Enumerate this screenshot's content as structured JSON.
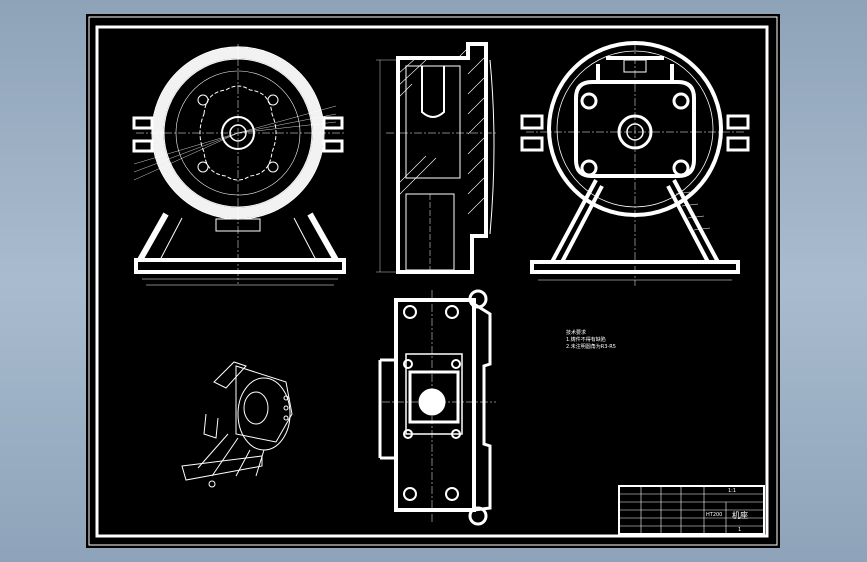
{
  "technical_notes": {
    "line1": "技术要求",
    "line2": "1.铸件不得有缺陷",
    "line3": "2.未注明圆角为R3-R5"
  },
  "title_block": {
    "part_name": "机座",
    "scale": "1:1",
    "material": "HT200",
    "sheet": "1"
  },
  "colors": {
    "drawing_background": "#000000",
    "lines": "#ffffff",
    "viewport_background": "#9db0c4"
  }
}
